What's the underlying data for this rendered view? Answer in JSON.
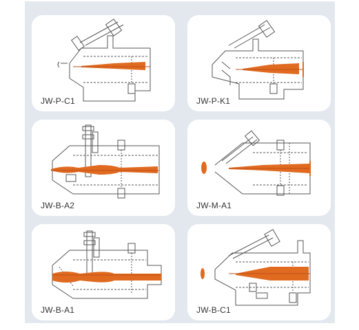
{
  "colors": {
    "panel_background": "#e3e8ef",
    "card_background": "#ffffff",
    "line": "#555555",
    "nozzle": "#e06a1f",
    "label_text": "#333333"
  },
  "products": [
    {
      "label": "JW-P-C1"
    },
    {
      "label": "JW-P-K1"
    },
    {
      "label": "JW-B-A2"
    },
    {
      "label": "JW-M-A1"
    },
    {
      "label": "JW-B-A1"
    },
    {
      "label": "JW-B-C1"
    }
  ]
}
